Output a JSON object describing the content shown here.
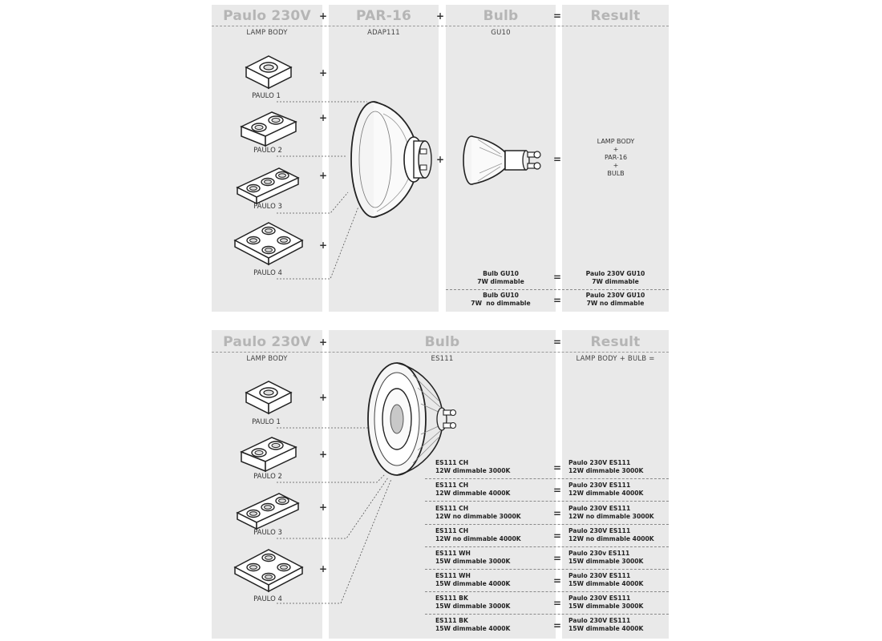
{
  "top": {
    "headers": {
      "paulo": "Paulo 230V",
      "par": "PAR-16",
      "bulb": "Bulb",
      "result": "Result"
    },
    "header_ops": [
      "+",
      "+",
      "="
    ],
    "subs": {
      "paulo": "LAMP BODY",
      "par": "ADAP111",
      "bulb": "GU10"
    },
    "lamp_labels": [
      "PAULO 1",
      "PAULO 2",
      "PAULO 3",
      "PAULO 4"
    ],
    "row_ops": [
      "+",
      "+",
      "+",
      "+"
    ],
    "mid_ops": [
      "+",
      "="
    ],
    "result_stack": [
      "LAMP BODY",
      "+",
      "PAR-16",
      "+",
      "BULB"
    ],
    "variants": [
      {
        "bulb": "Bulb GU10\n7W dimmable",
        "op": "=",
        "result": "Paulo 230V GU10\n7W dimmable"
      },
      {
        "bulb": "Bulb GU10\n7W  no dimmable",
        "op": "=",
        "result": "Paulo 230V GU10\n7W no dimmable"
      }
    ]
  },
  "bottom": {
    "headers": {
      "paulo": "Paulo 230V",
      "bulb": "Bulb",
      "result": "Result"
    },
    "header_ops": [
      "+",
      "="
    ],
    "subs": {
      "paulo": "LAMP BODY",
      "bulb": "ES111",
      "result": "LAMP BODY + BULB ="
    },
    "lamp_labels": [
      "PAULO 1",
      "PAULO 2",
      "PAULO 3",
      "PAULO 4"
    ],
    "row_ops": [
      "+",
      "+",
      "+",
      "+"
    ],
    "variants": [
      {
        "bulb": "ES111 CH\n12W dimmable 3000K",
        "op": "=",
        "result": "Paulo 230V ES111\n12W dimmable 3000K"
      },
      {
        "bulb": "ES111 CH\n12W dimmable 4000K",
        "op": "=",
        "result": "Paulo 230V ES111\n12W dimmable 4000K"
      },
      {
        "bulb": "ES111 CH\n12W no dimmable 3000K",
        "op": "=",
        "result": "Paulo 230V ES111\n12W no dimmable 3000K"
      },
      {
        "bulb": "ES111 CH\n12W no dimmable 4000K",
        "op": "=",
        "result": "Paulo 230V ES111\n12W no dimmable 4000K"
      },
      {
        "bulb": "ES111 WH\n15W dimmable 3000K",
        "op": "=",
        "result": "Paulo 230v ES111\n15W dimmable 3000K"
      },
      {
        "bulb": "ES111 WH\n15W dimmable 4000K",
        "op": "=",
        "result": "Paulo 230V ES111\n15W dimmable 4000K"
      },
      {
        "bulb": "ES111 BK\n15W dimmable 3000K",
        "op": "=",
        "result": "Paulo 230V ES111\n15W dimmable 3000K"
      },
      {
        "bulb": "ES111 BK\n15W dimmable 4000K",
        "op": "=",
        "result": "Paulo 230V ES111\n15W dimmable 4000K"
      }
    ]
  }
}
